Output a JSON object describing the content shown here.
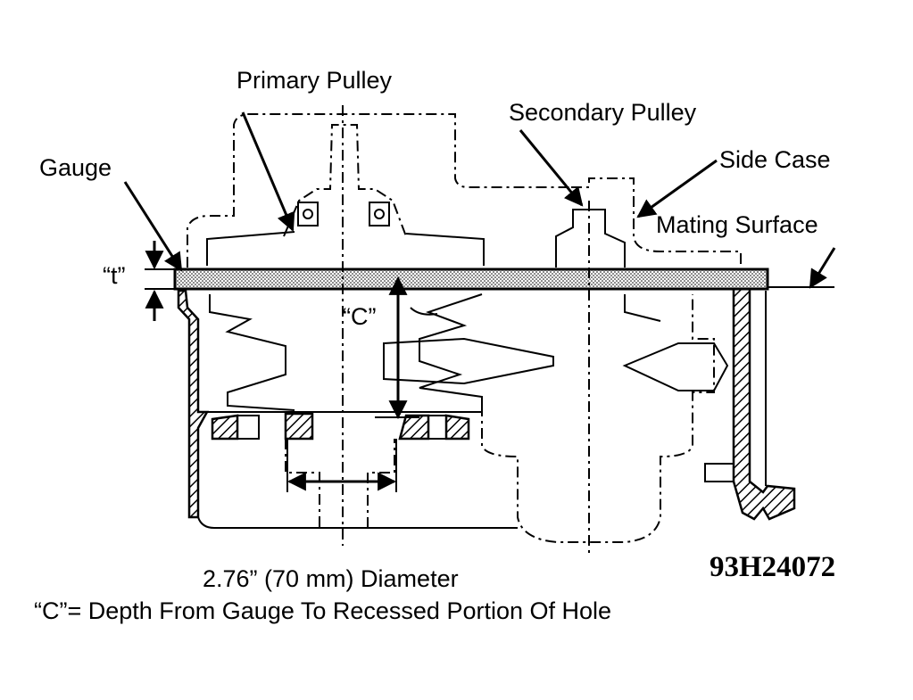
{
  "labels": {
    "primary_pulley": "Primary Pulley",
    "secondary_pulley": "Secondary Pulley",
    "side_case": "Side Case",
    "gauge": "Gauge",
    "mating_surface": "Mating Surface",
    "t_dim": "“t”",
    "c_dim": "“C”"
  },
  "captions": {
    "diameter": "2.76” (70 mm) Diameter",
    "definition": "“C”= Depth From Gauge To Recessed Portion Of Hole"
  },
  "figure_ref": "93H24072"
}
